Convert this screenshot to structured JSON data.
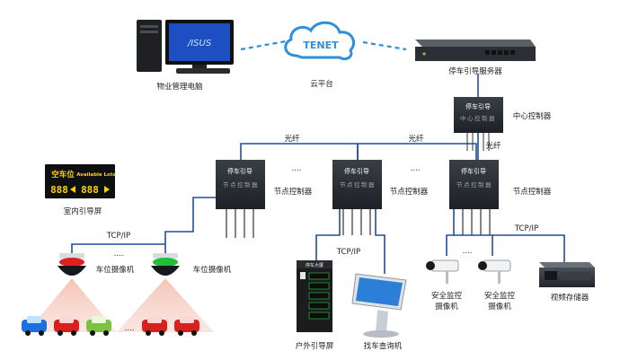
{
  "nodes": {
    "pc": "物业管理电脑",
    "cloud_logo": "TENET",
    "cloud": "云平台",
    "server": "停车引导服务器",
    "center_ctrl": "中心控制器",
    "center_box_title": "停车引导",
    "center_box_sub": "中心控制器",
    "node_box_title": "停车引导",
    "node_box_sub": "节点控制器",
    "node_ctrl_1": "节点控制器",
    "node_ctrl_2": "节点控制器",
    "node_ctrl_3": "节点控制器",
    "indoor_screen": "室内引导屏",
    "indoor_screen_title": "空车位",
    "indoor_screen_title_en": "Available Lots",
    "indoor_screen_num_left": "888",
    "indoor_screen_num_right": "888",
    "space_camera_1": "车位摄像机",
    "space_camera_2": "车位摄像机",
    "outdoor_screen": "户外引导屏",
    "outdoor_screen_header": "停车大厦",
    "kiosk": "找车查询机",
    "security_cam_1_line1": "安全监控",
    "security_cam_1_line2": "摄像机",
    "security_cam_2_line1": "安全监控",
    "security_cam_2_line2": "摄像机",
    "video_storage": "视频存储器"
  },
  "links": {
    "fiber_1": "光纤",
    "fiber_2": "光纤",
    "fiber_3": "光纤",
    "tcpip_1": "TCP/IP",
    "tcpip_2": "TCP/IP",
    "tcpip_3": "TCP/IP",
    "ellipsis": "....",
    "ellipsis_small": "...."
  },
  "colors": {
    "link": "#1f4e9c",
    "dash": "#2a8fd6",
    "box": "#2b2f35",
    "cloud": "#2f8fdc"
  }
}
